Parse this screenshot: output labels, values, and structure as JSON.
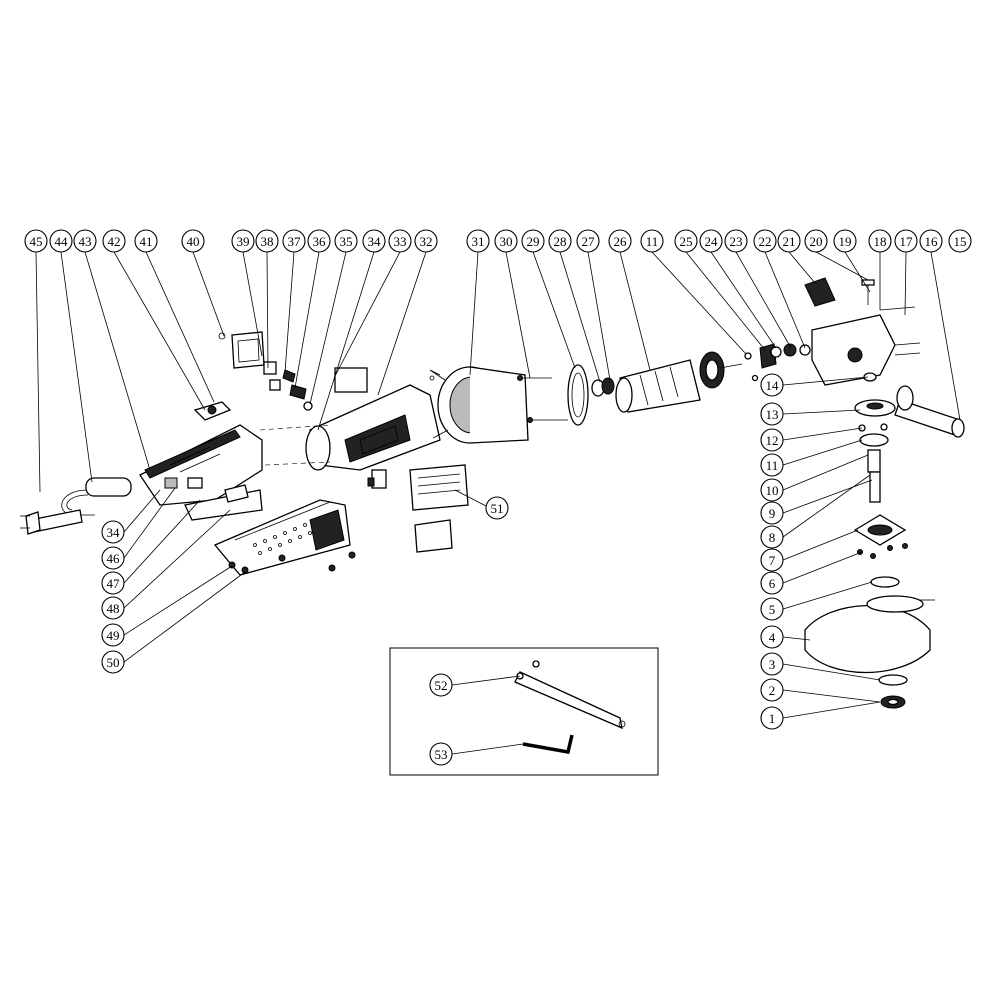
{
  "diagram": {
    "callouts_top": [
      "45",
      "44",
      "43",
      "42",
      "41",
      "40",
      "39",
      "38",
      "37",
      "36",
      "35",
      "34",
      "33",
      "32",
      "31",
      "30",
      "29",
      "28",
      "27",
      "26",
      "11",
      "25",
      "24",
      "23",
      "22",
      "21",
      "20",
      "19",
      "18",
      "17",
      "16",
      "15"
    ],
    "callouts_left": [
      "34",
      "46",
      "47",
      "48",
      "49",
      "50"
    ],
    "callouts_right": [
      "14",
      "13",
      "12",
      "11",
      "10",
      "9",
      "8",
      "7",
      "6",
      "5",
      "4",
      "3",
      "2",
      "1"
    ],
    "callout_label": "51",
    "inset_callouts": [
      "52",
      "53"
    ]
  }
}
